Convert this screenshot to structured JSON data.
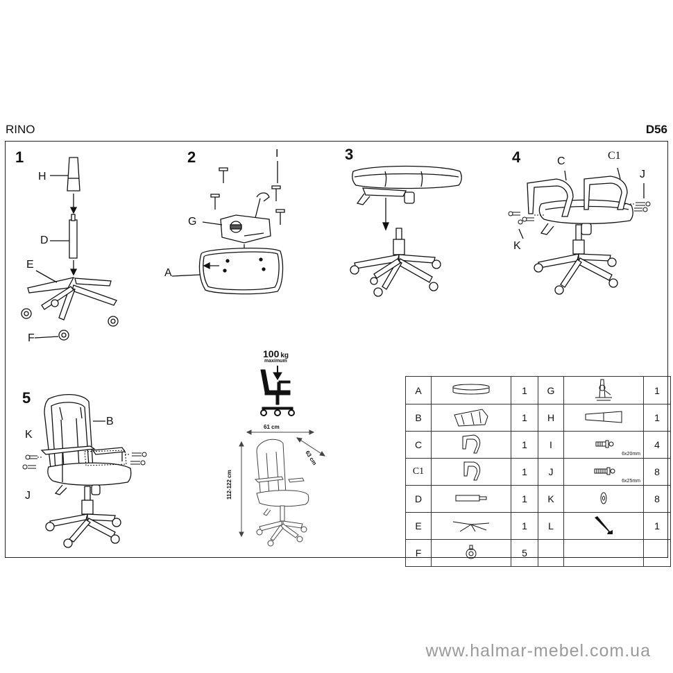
{
  "header": {
    "model": "RINO",
    "code": "D56"
  },
  "steps": {
    "s1": {
      "num": "1",
      "labels": {
        "H": "H",
        "D": "D",
        "E": "E",
        "F": "F"
      }
    },
    "s2": {
      "num": "2",
      "labels": {
        "I": "I",
        "G": "G",
        "A": "A"
      }
    },
    "s3": {
      "num": "3"
    },
    "s4": {
      "num": "4",
      "labels": {
        "C": "C",
        "C1": "C1",
        "J": "J",
        "K": "K"
      }
    },
    "s5": {
      "num": "5",
      "labels": {
        "B": "B",
        "K": "K",
        "J": "J"
      }
    }
  },
  "capacity": {
    "weight": "100",
    "unit": "kg",
    "note": "maximum"
  },
  "dimensions": {
    "width": "61 cm",
    "depth": "63 cm",
    "height": "112-122 cm"
  },
  "parts": {
    "left": [
      {
        "letter": "A",
        "qty": "1",
        "icon": "seat-icon"
      },
      {
        "letter": "B",
        "qty": "1",
        "icon": "backrest-icon"
      },
      {
        "letter": "C",
        "qty": "1",
        "icon": "armrest-icon"
      },
      {
        "letter": "C1",
        "qty": "1",
        "icon": "armrest-icon"
      },
      {
        "letter": "D",
        "qty": "1",
        "icon": "gas-lift-icon"
      },
      {
        "letter": "E",
        "qty": "1",
        "icon": "star-base-icon"
      },
      {
        "letter": "F",
        "qty": "5",
        "icon": "caster-icon"
      }
    ],
    "right": [
      {
        "letter": "G",
        "qty": "1",
        "icon": "mechanism-icon",
        "spec": ""
      },
      {
        "letter": "H",
        "qty": "1",
        "icon": "gas-cover-icon",
        "spec": ""
      },
      {
        "letter": "I",
        "qty": "4",
        "icon": "bolt-icon",
        "spec": "6x20mm"
      },
      {
        "letter": "J",
        "qty": "8",
        "icon": "bolt-icon",
        "spec": "6x25mm"
      },
      {
        "letter": "K",
        "qty": "8",
        "icon": "washer-icon",
        "spec": ""
      },
      {
        "letter": "L",
        "qty": "1",
        "icon": "allen-key-icon",
        "spec": ""
      }
    ]
  },
  "footer": {
    "url": "www.halmar-mebel.com.ua"
  }
}
